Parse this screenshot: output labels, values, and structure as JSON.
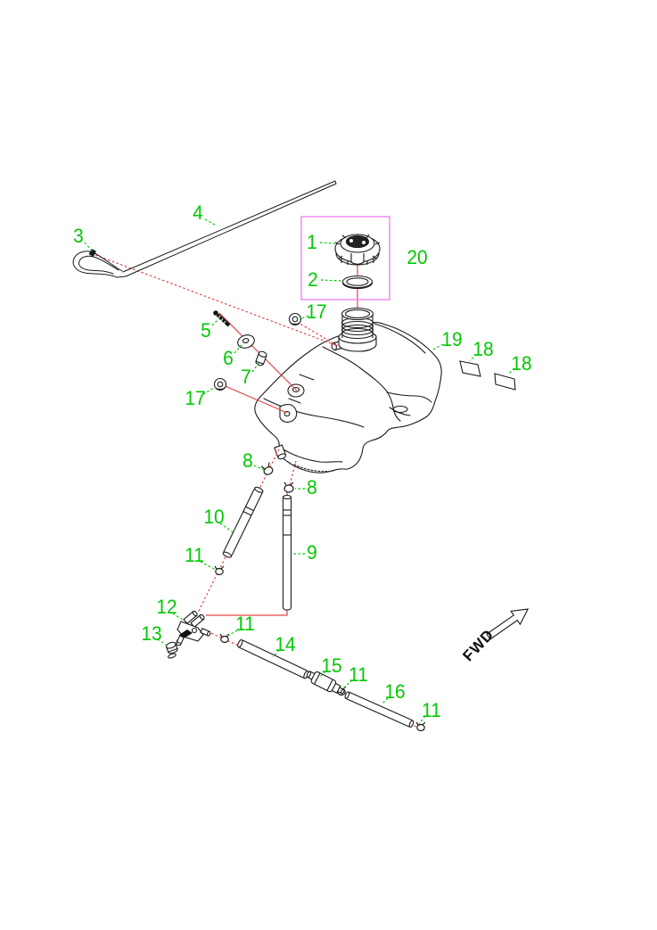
{
  "colors": {
    "callout_green": "#00c800",
    "leader_red": "#e04545",
    "outline_black": "#1a1a1a",
    "group_box_magenta": "#ee82ee",
    "background": "#ffffff"
  },
  "fwd": {
    "label": "FWD"
  },
  "callouts": [
    {
      "text": "4"
    },
    {
      "text": "3"
    },
    {
      "text": "1"
    },
    {
      "text": "20"
    },
    {
      "text": "2"
    },
    {
      "text": "17"
    },
    {
      "text": "5"
    },
    {
      "text": "6"
    },
    {
      "text": "19"
    },
    {
      "text": "18"
    },
    {
      "text": "18"
    },
    {
      "text": "7"
    },
    {
      "text": "17"
    },
    {
      "text": "8"
    },
    {
      "text": "8"
    },
    {
      "text": "10"
    },
    {
      "text": "11"
    },
    {
      "text": "9"
    },
    {
      "text": "12"
    },
    {
      "text": "13"
    },
    {
      "text": "11"
    },
    {
      "text": "14"
    },
    {
      "text": "15"
    },
    {
      "text": "11"
    },
    {
      "text": "16"
    },
    {
      "text": "11"
    }
  ]
}
